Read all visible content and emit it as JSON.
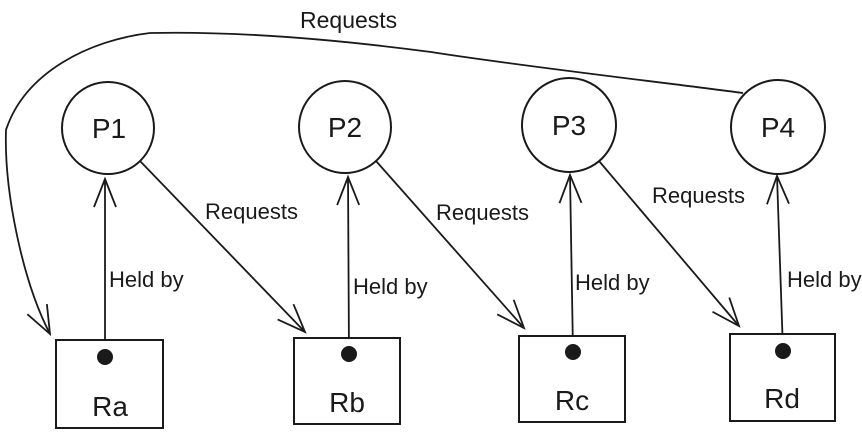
{
  "colors": {
    "background": "#ffffff",
    "stroke": "#1a1a1a",
    "text": "#1a1a1a",
    "dot": "#1a1a1a"
  },
  "diagram": {
    "processes": [
      {
        "id": "P1",
        "label": "P1"
      },
      {
        "id": "P2",
        "label": "P2"
      },
      {
        "id": "P3",
        "label": "P3"
      },
      {
        "id": "P4",
        "label": "P4"
      }
    ],
    "resources": [
      {
        "id": "Ra",
        "label": "Ra"
      },
      {
        "id": "Rb",
        "label": "Rb"
      },
      {
        "id": "Rc",
        "label": "Rc"
      },
      {
        "id": "Rd",
        "label": "Rd"
      }
    ],
    "edges": [
      {
        "from": "P4",
        "to": "Ra",
        "label": "Requests"
      },
      {
        "from": "P1",
        "to": "Rb",
        "label": "Requests"
      },
      {
        "from": "P2",
        "to": "Rc",
        "label": "Requests"
      },
      {
        "from": "P3",
        "to": "Rd",
        "label": "Requests"
      },
      {
        "from": "Ra",
        "to": "P1",
        "label": "Held by"
      },
      {
        "from": "Rb",
        "to": "P2",
        "label": "Held by"
      },
      {
        "from": "Rc",
        "to": "P3",
        "label": "Held by"
      },
      {
        "from": "Rd",
        "to": "P4",
        "label": "Held by"
      }
    ]
  }
}
